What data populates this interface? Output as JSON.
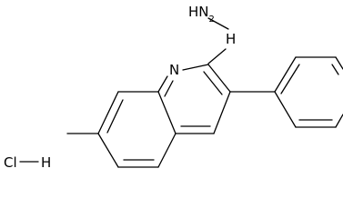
{
  "structure": {
    "hydrazine_label": "HN",
    "hydrazine_subscript": "2",
    "hydrazine_nh_label": "H",
    "ring_nitrogen_label": "N",
    "salt_cl_label": "Cl",
    "salt_h_label": "H"
  },
  "colors": {
    "line": "#000000",
    "background": "#ffffff"
  }
}
